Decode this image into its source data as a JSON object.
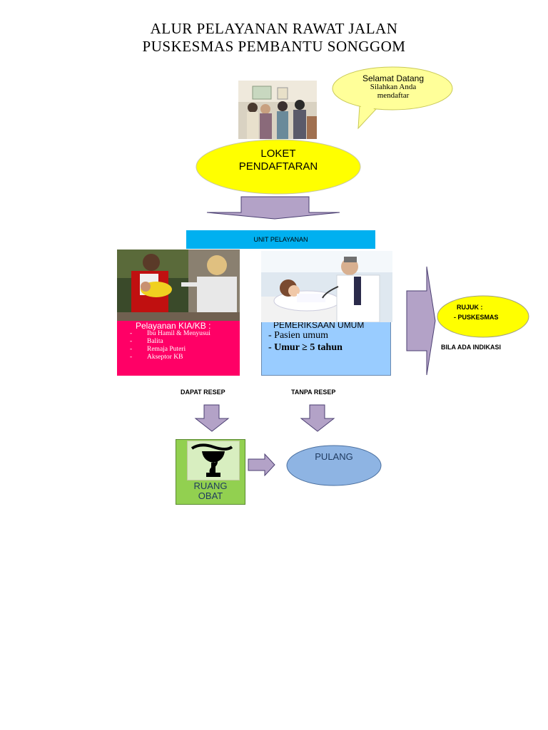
{
  "title": {
    "line1": "ALUR PELAYANAN RAWAT JALAN",
    "line2": "PUSKESMAS PEMBANTU SONGGOM"
  },
  "welcome_bubble": {
    "line1": "Selamat Datang",
    "line2": "Silahkan Anda",
    "line3": "mendaftar"
  },
  "loket": {
    "line1": "LOKET",
    "line2": "PENDAFTARAN"
  },
  "unit_pelayanan": "UNIT PELAYANAN",
  "kia": {
    "heading": "Pelayanan KIA/KB :",
    "items": [
      "Ibu Hamil & Menyusui",
      "Balita",
      "Remaja Puteri",
      "Akseptor KB"
    ],
    "bullet": "-"
  },
  "umum": {
    "heading": "PEMERIKSAAN UMUM",
    "line1": "- Pasien umum",
    "line2": "- Umur ≥ 5 tahun"
  },
  "rujuk": {
    "line1": "RUJUK :",
    "line2": "- PUSKESMAS",
    "condition": "BILA ADA INDIKASI"
  },
  "labels": {
    "dapat_resep": "DAPAT RESEP",
    "tanpa_resep": "TANPA RESEP"
  },
  "ruang_obat": {
    "line1": "RUANG",
    "line2": "OBAT"
  },
  "pulang": "PULANG",
  "colors": {
    "yellow": "#ffff00",
    "arrow_fill": "#b3a2c7",
    "arrow_stroke": "#4b3f72",
    "unit_blue": "#00b0f0",
    "kia_pink": "#ff0066",
    "umum_blue": "#99ccff",
    "ruang_green": "#92d050",
    "pulang_blue": "#8eb4e3",
    "bubble_yellow": "#ffff99"
  }
}
